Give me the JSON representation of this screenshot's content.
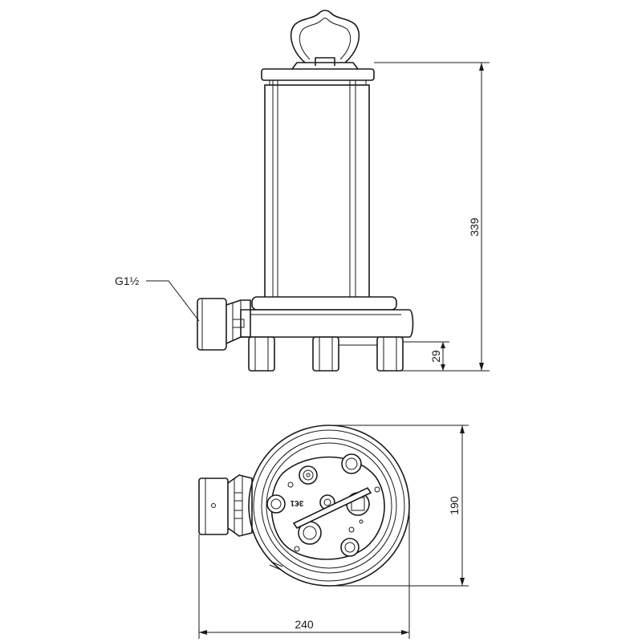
{
  "labels": {
    "thread": "G1½",
    "height_total": "339",
    "height_feet": "29",
    "depth": "190",
    "width": "240",
    "plate_marking": "3€1"
  }
}
